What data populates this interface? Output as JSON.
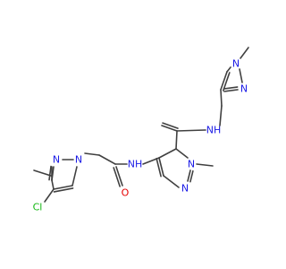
{
  "colors": {
    "bond": "#404040",
    "N": "#1a1ae6",
    "O": "#e60000",
    "Cl": "#11b711",
    "C": "#404040"
  },
  "atoms": {
    "cl": {
      "text": "Cl",
      "el": "Cl"
    },
    "n1a": {
      "text": "N",
      "el": "N"
    },
    "n2a": {
      "text": "N",
      "el": "N"
    },
    "o": {
      "text": "O",
      "el": "O"
    },
    "nh1": {
      "text": "NH",
      "el": "N"
    },
    "nb1": {
      "text": "N",
      "el": "N"
    },
    "nb2": {
      "text": "N",
      "el": "N"
    },
    "nh2": {
      "text": "NH",
      "el": "N"
    },
    "nc1": {
      "text": "N",
      "el": "N"
    },
    "nc2": {
      "text": "N",
      "el": "N"
    }
  }
}
